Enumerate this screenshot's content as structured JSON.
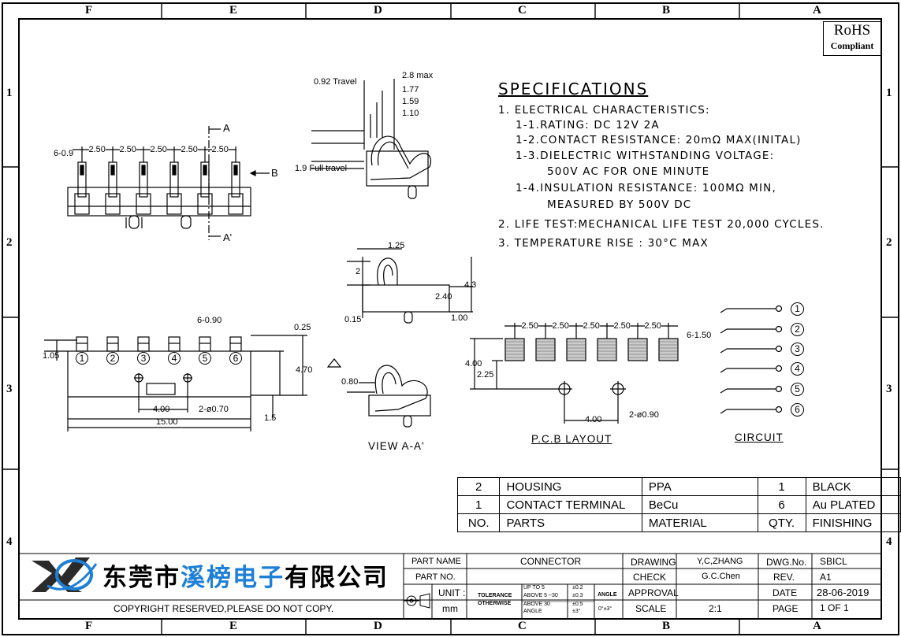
{
  "border_letters": [
    "F",
    "E",
    "D",
    "C",
    "B",
    "A"
  ],
  "border_numbers": [
    "1",
    "2",
    "3",
    "4"
  ],
  "rohs": {
    "line1": "RoHS",
    "line2": "Compliant"
  },
  "spec": {
    "title": "SPECIFICATIONS",
    "l1": "1. ELECTRICAL CHARACTERISTICS:",
    "l2": "1-1.RATING: DC 12V 2A",
    "l3": "1-2.CONTACT RESISTANCE: 20mΩ MAX(INITAL)",
    "l4": "1-3.DIELECTRIC WITHSTANDING VOLTAGE:",
    "l5": "500V AC FOR ONE MINUTE",
    "l6": "1-4.INSULATION RESISTANCE: 100MΩ MIN,",
    "l7": "MEASURED BY 500V DC",
    "l8": "2. LIFE TEST:MECHANICAL LIFE TEST 20,000 CYCLES.",
    "l9": "3. TEMPERATURE RISE : 30°C MAX"
  },
  "dims": {
    "front_top": {
      "pin": "6-0.9",
      "pitch": "2.50",
      "sec_a": "A",
      "sec_b": "B",
      "sec_a2": "A'"
    },
    "side_top": {
      "travel": "0.92 Travel",
      "full": "1.9 Full travel",
      "d1": "2.8 max",
      "d2": "1.77",
      "d3": "1.59",
      "d4": "1.10"
    },
    "side_mid": {
      "d1": "1.25",
      "d2": "2",
      "d3": "4.3",
      "d4": "2.40",
      "d5": "0.15",
      "d6": "1.00"
    },
    "bottom": {
      "pin": "6-0.90",
      "d1": "0.25",
      "d2": "1.05",
      "d3": "4.70",
      "d4": "4.00",
      "d5": "2-ø0.70",
      "d6": "15.00",
      "d7": "1.5",
      "pins": [
        "1",
        "2",
        "3",
        "4",
        "5",
        "6"
      ]
    },
    "view": {
      "d1": "0.80",
      "label": "VIEW A-A'"
    },
    "pcb": {
      "pitch": "2.50",
      "pad": "6-1.50",
      "d1": "4.00",
      "d2": "2.25",
      "d3": "4.00",
      "d4": "2-ø0.90",
      "label": "P.C.B LAYOUT"
    },
    "circuit": {
      "label": "CIRCUIT",
      "pins": [
        "1",
        "2",
        "3",
        "4",
        "5",
        "6"
      ]
    }
  },
  "bom": {
    "rows": [
      {
        "no": "2",
        "part": "HOUSING",
        "material": "PPA",
        "qty": "1",
        "finish": "BLACK"
      },
      {
        "no": "1",
        "part": "CONTACT TERMINAL",
        "material": "BeCu",
        "qty": "6",
        "finish": "Au PLATED"
      }
    ],
    "header": {
      "no": "NO.",
      "part": "PARTS",
      "material": "MATERIAL",
      "qty": "QTY.",
      "finish": "FINISHING"
    }
  },
  "company": {
    "name_a": "东莞市",
    "name_b": "溪榜电子",
    "name_c": "有限公司",
    "copyright": "COPYRIGHT RESERVED,PLEASE DO NOT COPY."
  },
  "title_block": {
    "part_name_label": "PART NAME",
    "part_name": "CONNECTOR",
    "part_no_label": "PART NO.",
    "part_no": "",
    "unit_label": "UNIT :",
    "unit": "mm",
    "tol_label1": "TOLERANCE",
    "tol_label2": "OTHERWISE",
    "tol_r1": "UP TO 5",
    "tol_r1v": "±0.2",
    "tol_r2": "ABOVE 5 ~30",
    "tol_r2v": "±0.3",
    "tol_r3": "ABOVE 30",
    "tol_r3v": "±0.5",
    "tol_r4": "ANGLE",
    "tol_r4v": "±3°",
    "angle_label": "ANGLE",
    "angle_val": "0°±3°",
    "drawing_label": "DRAWING",
    "drawing": "Y,C,ZHANG",
    "check_label": "CHECK",
    "check": "G.C.Chen",
    "approval_label": "APPROVAL",
    "approval": "",
    "scale_label": "SCALE",
    "scale": "2:1",
    "dwg_label": "DWG.No.",
    "dwg": "SBICL",
    "rev_label": "REV.",
    "rev": "A1",
    "date_label": "DATE",
    "date": "28-06-2019",
    "page_label": "PAGE",
    "page": "1 OF 1"
  },
  "colors": {
    "accent": "#1e7fd6",
    "logo_dark": "#2a2a2a"
  }
}
